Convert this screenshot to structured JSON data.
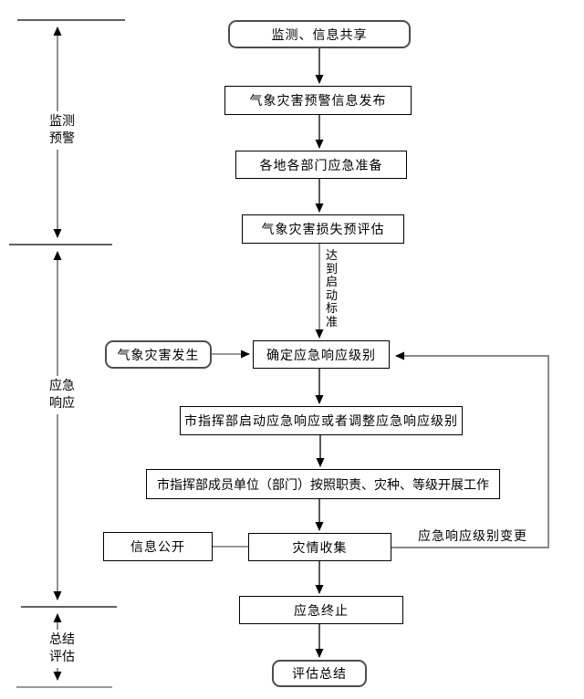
{
  "phases": [
    {
      "name": "monitoring-warning",
      "line1": "监测",
      "line2": "预警"
    },
    {
      "name": "emergency-response",
      "line1": "应急",
      "line2": "响应"
    },
    {
      "name": "summary-evaluation",
      "line1": "总结",
      "line2": "评估"
    }
  ],
  "nodes": {
    "monitor_share": "监测、信息共享",
    "warning_release": "气象灾害预警信息发布",
    "preparation": "各地各部门应急准备",
    "loss_preassess": "气象灾害损失预评估",
    "disaster_occur": "气象灾害发生",
    "determine_level": "确定应急响应级别",
    "start_or_adjust": "市指挥部启动应急响应或者调整应急响应级别",
    "members_work": "市指挥部成员单位（部门）按照职责、灾种、等级开展工作",
    "info_public": "信息公开",
    "disaster_collect": "灾情收集",
    "emergency_end": "应急终止",
    "evaluation_summary": "评估总结"
  },
  "edge_labels": {
    "reach_start_threshold": "达到启动标准",
    "response_level_change": "应急响应级别变更"
  },
  "colors": {
    "background": "#ffffff",
    "box_border": "#000000",
    "rounded_box_border": "#4d4d4d",
    "flow_line": "#000000",
    "connector_line": "#808080",
    "text": "#000000"
  }
}
